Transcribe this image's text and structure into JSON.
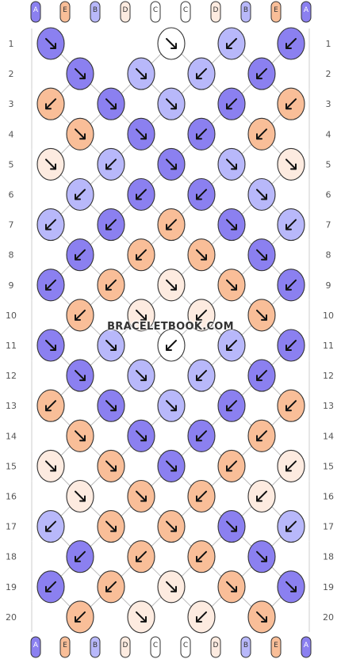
{
  "colors": {
    "A": "#8b80f0",
    "B": "#b8b8fa",
    "C": "#ffffff",
    "D": "#fdebe0",
    "E": "#f9be98"
  },
  "strings_top": [
    "A",
    "E",
    "B",
    "D",
    "C",
    "C",
    "D",
    "B",
    "E",
    "A"
  ],
  "strings_bottom": [
    "A",
    "E",
    "B",
    "D",
    "C",
    "C",
    "D",
    "B",
    "E",
    "A"
  ],
  "row_numbers": [
    "1",
    "2",
    "3",
    "4",
    "5",
    "6",
    "7",
    "8",
    "9",
    "10",
    "11",
    "12",
    "13",
    "14",
    "15",
    "16",
    "17",
    "18",
    "19",
    "20"
  ],
  "watermark": "BRACELETBOOK.COM",
  "knots": [
    [
      [
        "A",
        "se"
      ],
      [
        "C",
        "se"
      ],
      [
        "B",
        "sw"
      ],
      [
        "A",
        "sw"
      ]
    ],
    [
      [
        "A",
        "se"
      ],
      [
        "B",
        "se"
      ],
      [
        "B",
        "sw"
      ],
      [
        "A",
        "sw"
      ]
    ],
    [
      [
        "E",
        "sw"
      ],
      [
        "A",
        "se"
      ],
      [
        "B",
        "se"
      ],
      [
        "A",
        "sw"
      ],
      [
        "E",
        "sw"
      ]
    ],
    [
      [
        "E",
        "se"
      ],
      [
        "A",
        "se"
      ],
      [
        "A",
        "sw"
      ],
      [
        "E",
        "sw"
      ]
    ],
    [
      [
        "D",
        "se"
      ],
      [
        "B",
        "sw"
      ],
      [
        "A",
        "se"
      ],
      [
        "B",
        "se"
      ],
      [
        "D",
        "se"
      ]
    ],
    [
      [
        "B",
        "sw"
      ],
      [
        "A",
        "sw"
      ],
      [
        "A",
        "sw"
      ],
      [
        "B",
        "se"
      ]
    ],
    [
      [
        "B",
        "sw"
      ],
      [
        "A",
        "sw"
      ],
      [
        "E",
        "sw"
      ],
      [
        "A",
        "se"
      ],
      [
        "B",
        "sw"
      ]
    ],
    [
      [
        "A",
        "sw"
      ],
      [
        "E",
        "sw"
      ],
      [
        "E",
        "se"
      ],
      [
        "A",
        "se"
      ]
    ],
    [
      [
        "A",
        "sw"
      ],
      [
        "E",
        "sw"
      ],
      [
        "D",
        "se"
      ],
      [
        "E",
        "se"
      ],
      [
        "A",
        "sw"
      ]
    ],
    [
      [
        "E",
        "sw"
      ],
      [
        "D",
        "se"
      ],
      [
        "D",
        "sw"
      ],
      [
        "E",
        "se"
      ]
    ],
    [
      [
        "A",
        "se"
      ],
      [
        "B",
        "se"
      ],
      [
        "C",
        "sw"
      ],
      [
        "B",
        "sw"
      ],
      [
        "A",
        "sw"
      ]
    ],
    [
      [
        "A",
        "se"
      ],
      [
        "B",
        "se"
      ],
      [
        "B",
        "sw"
      ],
      [
        "A",
        "sw"
      ]
    ],
    [
      [
        "E",
        "sw"
      ],
      [
        "A",
        "se"
      ],
      [
        "B",
        "se"
      ],
      [
        "A",
        "sw"
      ],
      [
        "E",
        "sw"
      ]
    ],
    [
      [
        "E",
        "se"
      ],
      [
        "A",
        "se"
      ],
      [
        "A",
        "sw"
      ],
      [
        "E",
        "sw"
      ]
    ],
    [
      [
        "D",
        "se"
      ],
      [
        "E",
        "se"
      ],
      [
        "A",
        "se"
      ],
      [
        "E",
        "sw"
      ],
      [
        "D",
        "sw"
      ]
    ],
    [
      [
        "D",
        "se"
      ],
      [
        "E",
        "se"
      ],
      [
        "E",
        "sw"
      ],
      [
        "D",
        "sw"
      ]
    ],
    [
      [
        "B",
        "sw"
      ],
      [
        "E",
        "se"
      ],
      [
        "E",
        "se"
      ],
      [
        "A",
        "se"
      ],
      [
        "B",
        "sw"
      ]
    ],
    [
      [
        "A",
        "sw"
      ],
      [
        "E",
        "sw"
      ],
      [
        "E",
        "sw"
      ],
      [
        "A",
        "se"
      ]
    ],
    [
      [
        "A",
        "sw"
      ],
      [
        "E",
        "sw"
      ],
      [
        "D",
        "se"
      ],
      [
        "E",
        "se"
      ],
      [
        "A",
        "se"
      ]
    ],
    [
      [
        "E",
        "sw"
      ],
      [
        "D",
        "se"
      ],
      [
        "D",
        "sw"
      ],
      [
        "E",
        "se"
      ]
    ]
  ]
}
